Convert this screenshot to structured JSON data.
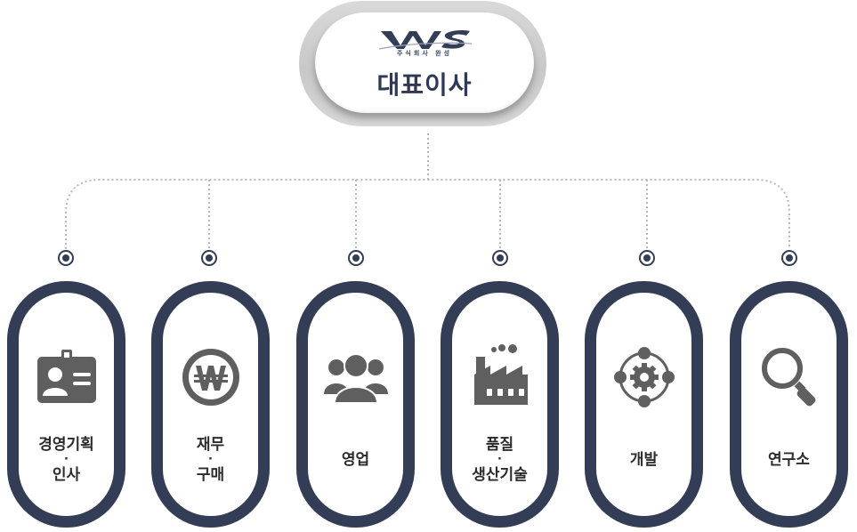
{
  "ceo": {
    "logo_text": "WS",
    "company": "주식회사 완성",
    "title": "대표이사"
  },
  "departments": [
    {
      "icon": "id-card-icon",
      "line1": "경영기획",
      "sep": "·",
      "line2": "인사"
    },
    {
      "icon": "won-coin-icon",
      "line1": "재무",
      "sep": "·",
      "line2": "구매"
    },
    {
      "icon": "group-people-icon",
      "line1": "영업"
    },
    {
      "icon": "factory-icon",
      "line1": "품질",
      "sep": "·",
      "line2": "생산기술"
    },
    {
      "icon": "gear-network-icon",
      "line1": "개발"
    },
    {
      "icon": "magnifier-icon",
      "line1": "연구소"
    }
  ],
  "colors": {
    "navy": "#343d56",
    "icon_gray": "#5f5f5f",
    "connector": "#b8b8b8"
  }
}
